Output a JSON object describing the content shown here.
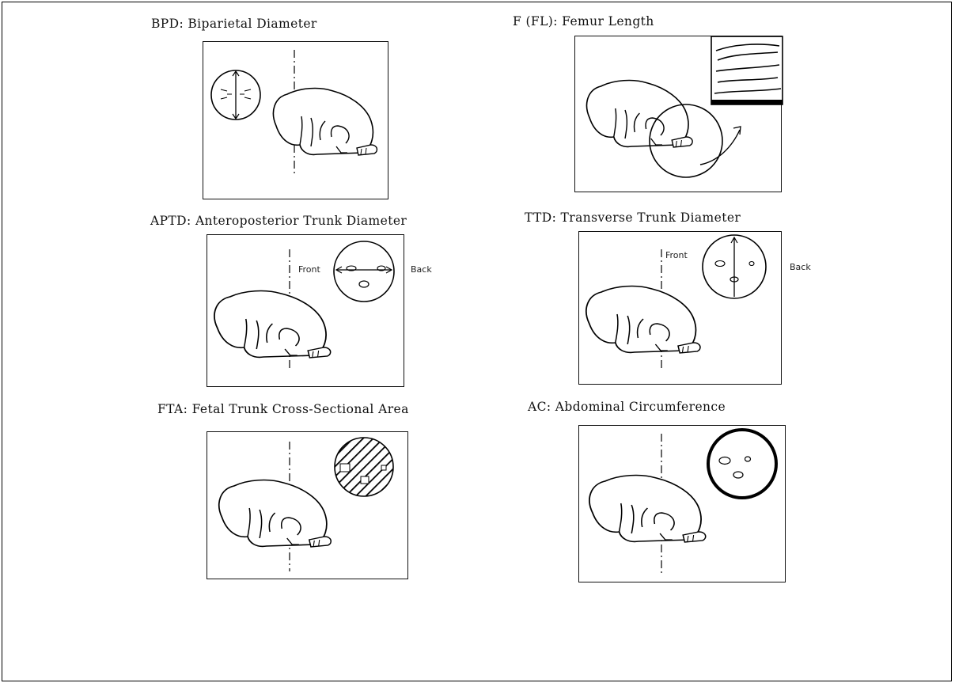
{
  "panels": {
    "bpd": {
      "caption": "BPD: Biparietal Diameter"
    },
    "fl": {
      "caption": "F (FL): Femur Length"
    },
    "aptd": {
      "caption": "APTD: Anteroposterior Trunk Diameter",
      "front_label": "Front",
      "back_label": "Back"
    },
    "ttd": {
      "caption": "TTD: Transverse Trunk Diameter",
      "front_label": "Front",
      "back_label": "Back"
    },
    "fta": {
      "caption": "FTA: Fetal Trunk Cross-Sectional Area"
    },
    "ac": {
      "caption": "AC: Abdominal Circumference"
    }
  }
}
